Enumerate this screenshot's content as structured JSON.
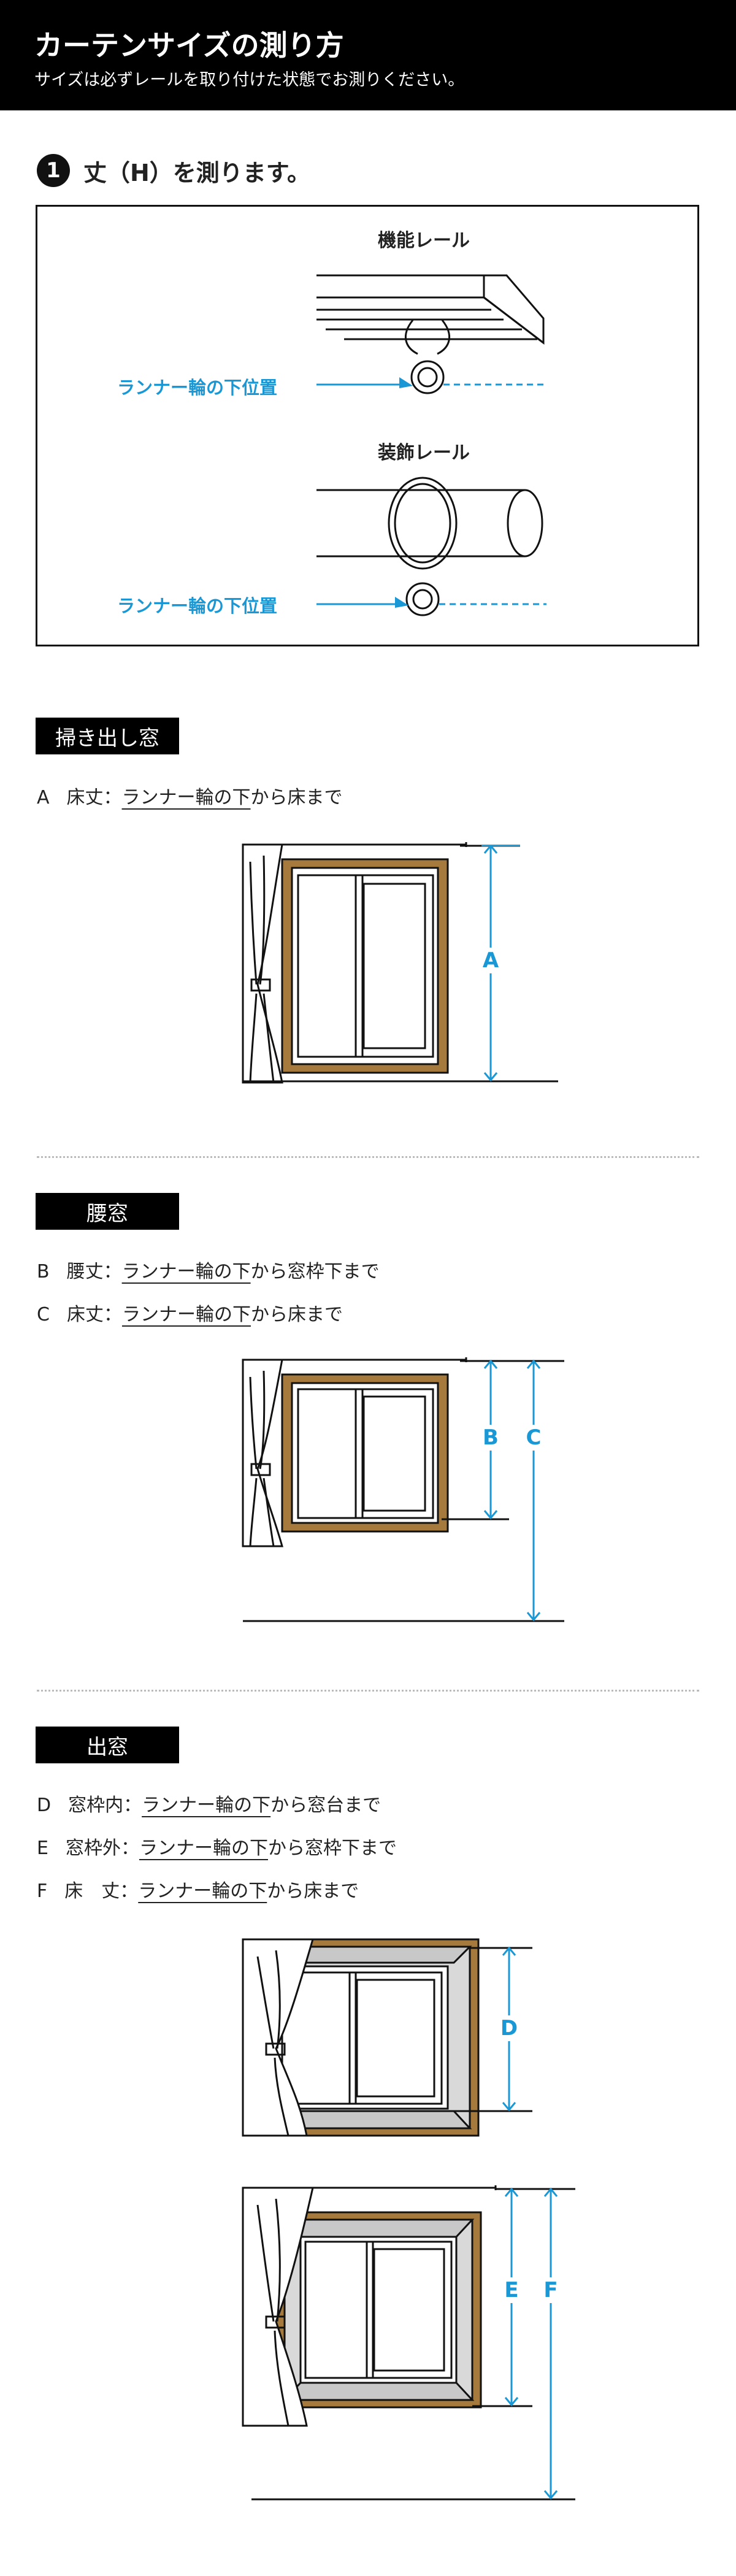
{
  "header": {
    "title": "カーテンサイズの測り方",
    "subtitle": "サイズは必ずレールを取り付けた状態でお測りください。"
  },
  "step1": {
    "number": "1",
    "title": "丈（H）を測ります。",
    "functional_rail_label": "機能レール",
    "decorative_rail_label": "装飾レール",
    "runner_label_1": "ランナー輪の下位置",
    "runner_label_2": "ランナー輪の下位置"
  },
  "sections": {
    "hakidashi": {
      "tag": "掃き出し窓",
      "lines": [
        {
          "letter": "A",
          "name": "床丈",
          "colon": "：",
          "ref": "ランナー輪の下",
          "rest": "から床まで"
        }
      ],
      "dims": [
        "A"
      ]
    },
    "koshi": {
      "tag": "腰窓",
      "lines": [
        {
          "letter": "B",
          "name": "腰丈",
          "colon": "：",
          "ref": "ランナー輪の下",
          "rest": "から窓枠下まで"
        },
        {
          "letter": "C",
          "name": "床丈",
          "colon": "：",
          "ref": "ランナー輪の下",
          "rest": "から床まで"
        }
      ],
      "dims": [
        "B",
        "C"
      ]
    },
    "demado": {
      "tag": "出窓",
      "lines": [
        {
          "letter": "D",
          "name": "窓枠内",
          "colon": "：",
          "ref": "ランナー輪の下",
          "rest": "から窓台まで"
        },
        {
          "letter": "E",
          "name": "窓枠外",
          "colon": "：",
          "ref": "ランナー輪の下",
          "rest": "から窓枠下まで"
        },
        {
          "letter": "F",
          "name": "床　丈",
          "colon": "：",
          "ref": "ランナー輪の下",
          "rest": "から床まで"
        }
      ],
      "dims": [
        "D",
        "E",
        "F"
      ]
    }
  },
  "colors": {
    "accent": "#1a98d5",
    "frame": "#a57a3c",
    "black": "#000000",
    "gray_fill": "#d9d9d9"
  }
}
